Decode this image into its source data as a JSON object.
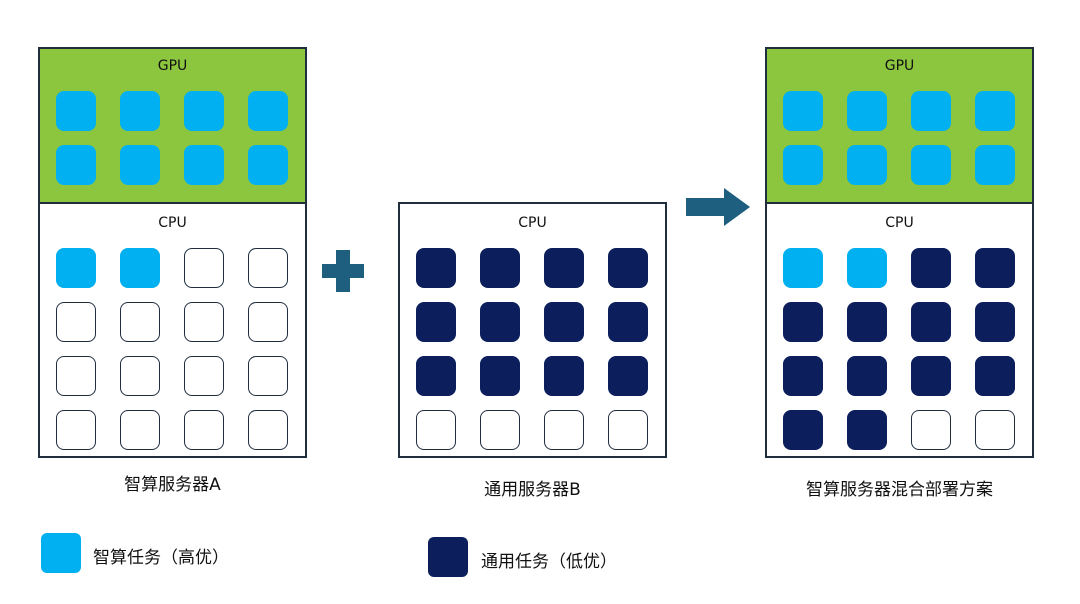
{
  "servers": [
    {
      "id": "a",
      "caption": "智算服务器A",
      "gpu": {
        "label": "GPU",
        "cells": [
          "ai",
          "ai",
          "ai",
          "ai",
          "ai",
          "ai",
          "ai",
          "ai"
        ]
      },
      "cpu": {
        "label": "CPU",
        "cells": [
          "ai",
          "ai",
          "empty",
          "empty",
          "empty",
          "empty",
          "empty",
          "empty",
          "empty",
          "empty",
          "empty",
          "empty",
          "empty",
          "empty",
          "empty",
          "empty"
        ]
      }
    },
    {
      "id": "b",
      "caption": "通用服务器B",
      "gpu": null,
      "cpu": {
        "label": "CPU",
        "cells": [
          "gen",
          "gen",
          "gen",
          "gen",
          "gen",
          "gen",
          "gen",
          "gen",
          "gen",
          "gen",
          "gen",
          "gen",
          "empty",
          "empty",
          "empty",
          "empty"
        ]
      }
    },
    {
      "id": "c",
      "caption": "智算服务器混合部署方案",
      "gpu": {
        "label": "GPU",
        "cells": [
          "ai",
          "ai",
          "ai",
          "ai",
          "ai",
          "ai",
          "ai",
          "ai"
        ]
      },
      "cpu": {
        "label": "CPU",
        "cells": [
          "ai",
          "ai",
          "gen",
          "gen",
          "gen",
          "gen",
          "gen",
          "gen",
          "gen",
          "gen",
          "gen",
          "gen",
          "gen",
          "gen",
          "empty",
          "empty"
        ]
      }
    }
  ],
  "legend": [
    {
      "kind": "ai",
      "label": "智算任务（高优）"
    },
    {
      "kind": "gen",
      "label": "通用任务（低优）"
    }
  ],
  "colors": {
    "gpu_fill": "#8cc63f",
    "ai_task": "#00b0f0",
    "general_task": "#0c1f5c",
    "operator": "#1e5f80",
    "border": "#1f2d3d"
  },
  "icons": {
    "plus": "plus-icon",
    "arrow": "arrow-right-icon"
  }
}
